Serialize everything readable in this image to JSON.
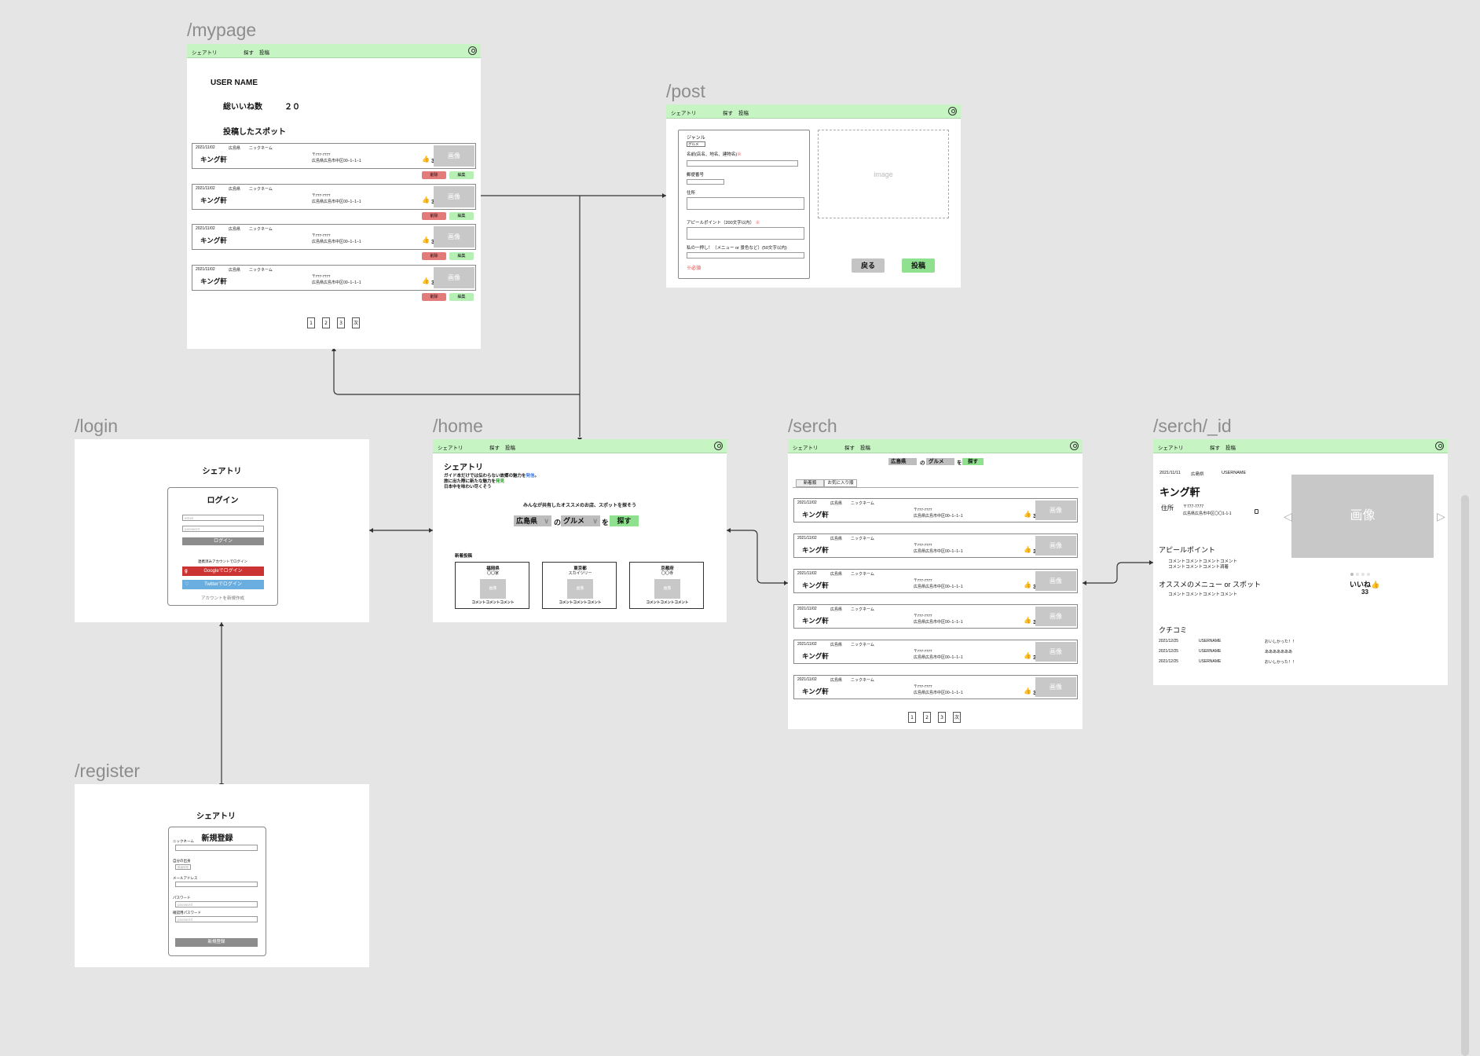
{
  "labels": {
    "mypage": "/mypage",
    "post": "/post",
    "login": "/login",
    "home": "/home",
    "serch": "/serch",
    "serch_id": "/serch/_id",
    "register": "/register"
  },
  "header": {
    "app": "シェアトリ",
    "search": "探す",
    "post": "投稿"
  },
  "spot": {
    "date": "2021/11/02",
    "pref": "広島県",
    "nickname": "ニックネーム",
    "name": "キング軒",
    "zip": "〒777-7777",
    "address": "広島県広島市中区00−1−1−1",
    "likes": "32",
    "image": "画像"
  },
  "buttons": {
    "delete": "削除",
    "edit": "編集",
    "back": "戻る",
    "post": "投稿"
  },
  "pagination": [
    "1",
    "2",
    "3",
    "次"
  ],
  "mypage": {
    "username": "USER NAME",
    "total_likes_label": "総いいね数",
    "total_likes": "２０",
    "posted_spots": "投稿したスポット"
  },
  "post": {
    "genre_label": "ジャンル",
    "genre_value": "グルメ",
    "name_label": "名前(店名、地名、建物名)",
    "zip_label": "郵便番号",
    "address_label": "住所",
    "appeal_label": "アピールポイント（200文字以内）",
    "recommend_label": "私の一押し！（メニュー or 景色など）(50文字以内)",
    "required": "必須",
    "image": "image"
  },
  "login": {
    "title": "シェアトリ",
    "heading": "ログイン",
    "email_ph": "email",
    "password_ph": "password",
    "login_btn": "ログイン",
    "social_label": "連携済みアカウントでログイン",
    "google": "Googleでログイン",
    "twitter": "Twitterでログイン",
    "create": "アカウントを新規作成"
  },
  "register": {
    "title": "シェアトリ",
    "heading": "新規登録",
    "nickname": "ニックネーム",
    "pref_label": "自分の出身",
    "pref_ph": "都道府県",
    "email": "メールアドレス",
    "password": "パスワード",
    "password_ph": "password",
    "confirm": "確認用パスワード",
    "submit": "新規登録"
  },
  "home": {
    "title": "シェアトリ",
    "line1a": "ガイド本だけでは伝わらない故郷の魅力を",
    "line1b": "発信",
    "line2a": "旅に出た際に新たな魅力を",
    "line2b": "発見",
    "line3": "日本中を味わい尽くそう",
    "tagline": "みんなが共有したオススメのお店、スポットを探そう",
    "pref": "広島県",
    "no": "の",
    "genre": "グルメ",
    "wo": "を",
    "find": "探す",
    "new_posts": "新着投稿",
    "cards": [
      {
        "pref": "福岡県",
        "name": "〇〇家",
        "comment": "コメントコメントコメント"
      },
      {
        "pref": "東京都",
        "name": "スカイツリー",
        "comment": "コメントコメントコメント"
      },
      {
        "pref": "京都府",
        "name": "〇〇寺",
        "comment": "コメントコメントコメント"
      }
    ]
  },
  "serch": {
    "pref": "広島県",
    "no": "の",
    "genre": "グルメ",
    "wo": "を",
    "find": "探す",
    "tab_new": "新着順",
    "tab_fav": "お気に入り順"
  },
  "detail": {
    "date": "2021/11/11",
    "pref": "広島県",
    "username": "USERNAME",
    "name": "キング軒",
    "address_label": "住所",
    "zip": "〒777-7777",
    "address": "広島県広島市中区〇〇1-1-1",
    "image": "画像",
    "appeal_label": "アピールポイント",
    "appeal_text1": "コメントコメントコメントコメント",
    "appeal_text2": "コメントコメントコメント凋着",
    "recommend_label": "オススメのメニュー or スポット",
    "recommend_text": "コメントコメントコメントコメント",
    "like_label": "いいね",
    "like_count": "33",
    "reviews_label": "クチコミ",
    "reviews": [
      {
        "date": "2021/12/25",
        "user": "USERNAME",
        "text": "おいしかった！！"
      },
      {
        "date": "2021/12/25",
        "user": "USERNAME",
        "text": "あああああああ"
      },
      {
        "date": "2021/12/25",
        "user": "USERNAME",
        "text": "おいしかった！！"
      }
    ]
  },
  "colors": {
    "header": "#c6f5c3",
    "delete": "#e47b7b",
    "edit": "#b6f0b4",
    "google": "#cc3333",
    "twitter": "#6aaee0",
    "gray_btn": "#8c8c8c"
  }
}
